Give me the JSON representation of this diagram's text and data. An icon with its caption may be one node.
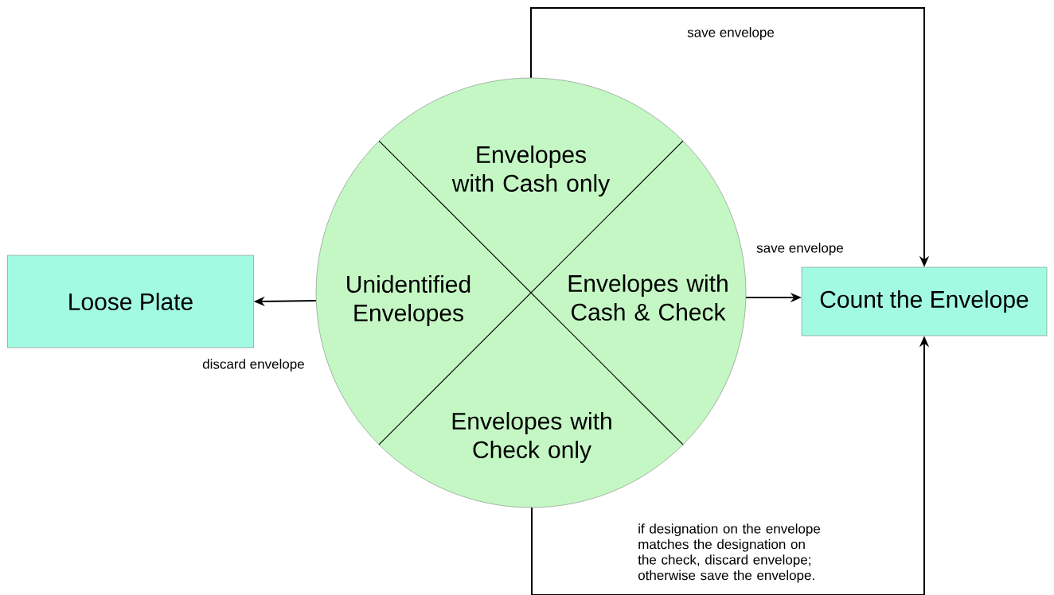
{
  "diagram": {
    "nodes": [
      {
        "text": [],
        "shape": "circle"
      },
      {
        "text": [
          "Envelopes with Cash only"
        ],
        "in": 0
      },
      {
        "text": [
          "Envelopes with Cash & Check"
        ],
        "in": 0
      },
      {
        "text": [
          "Envelopes with Check only"
        ],
        "in": 0
      },
      {
        "text": [
          "Unidentified Envelopes"
        ],
        "in": 0
      },
      {
        "text": [
          "Loose Plate"
        ]
      },
      {
        "text": [
          "Count the Envelope"
        ]
      }
    ],
    "edges": [
      {
        "from": 4,
        "to": 5,
        "arrow": "to",
        "label": "discard envelope"
      },
      {
        "from": 1,
        "to": 6,
        "arrow": "to",
        "label": "save envelope"
      },
      {
        "from": 2,
        "to": 6,
        "arrow": "to",
        "label": "save envelope"
      },
      {
        "from": 3,
        "to": 6,
        "arrow": "to",
        "label": "if designation on the envelope matches the designation on the check, discard envelope; otherwise save the envelope."
      }
    ]
  }
}
